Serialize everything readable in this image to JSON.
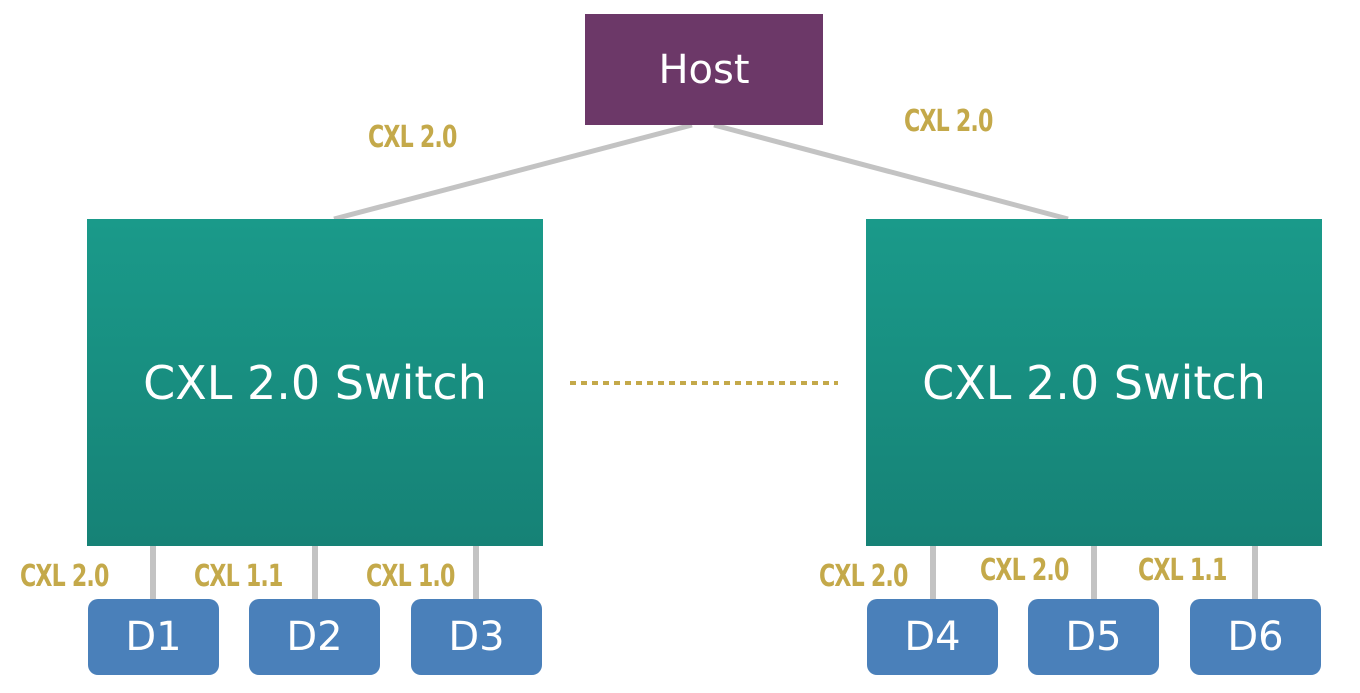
{
  "colors": {
    "host": "#6c3868",
    "switch_top": "#1a9a8a",
    "switch_bottom": "#168276",
    "device": "#4a80ba",
    "label": "#c4a94a",
    "line": "#c3c3c3",
    "dots": "#c4a94a"
  },
  "host": {
    "label": "Host"
  },
  "uplinks": [
    {
      "label": "CXL 2.0"
    },
    {
      "label": "CXL 2.0"
    }
  ],
  "switches": [
    {
      "label": "CXL 2.0 Switch"
    },
    {
      "label": "CXL 2.0 Switch"
    }
  ],
  "devices": [
    {
      "label": "D1",
      "link_label": "CXL 2.0"
    },
    {
      "label": "D2",
      "link_label": "CXL 1.1"
    },
    {
      "label": "D3",
      "link_label": "CXL 1.0"
    },
    {
      "label": "D4",
      "link_label": "CXL 2.0"
    },
    {
      "label": "D5",
      "link_label": "CXL 2.0"
    },
    {
      "label": "D6",
      "link_label": "CXL 1.1"
    }
  ]
}
